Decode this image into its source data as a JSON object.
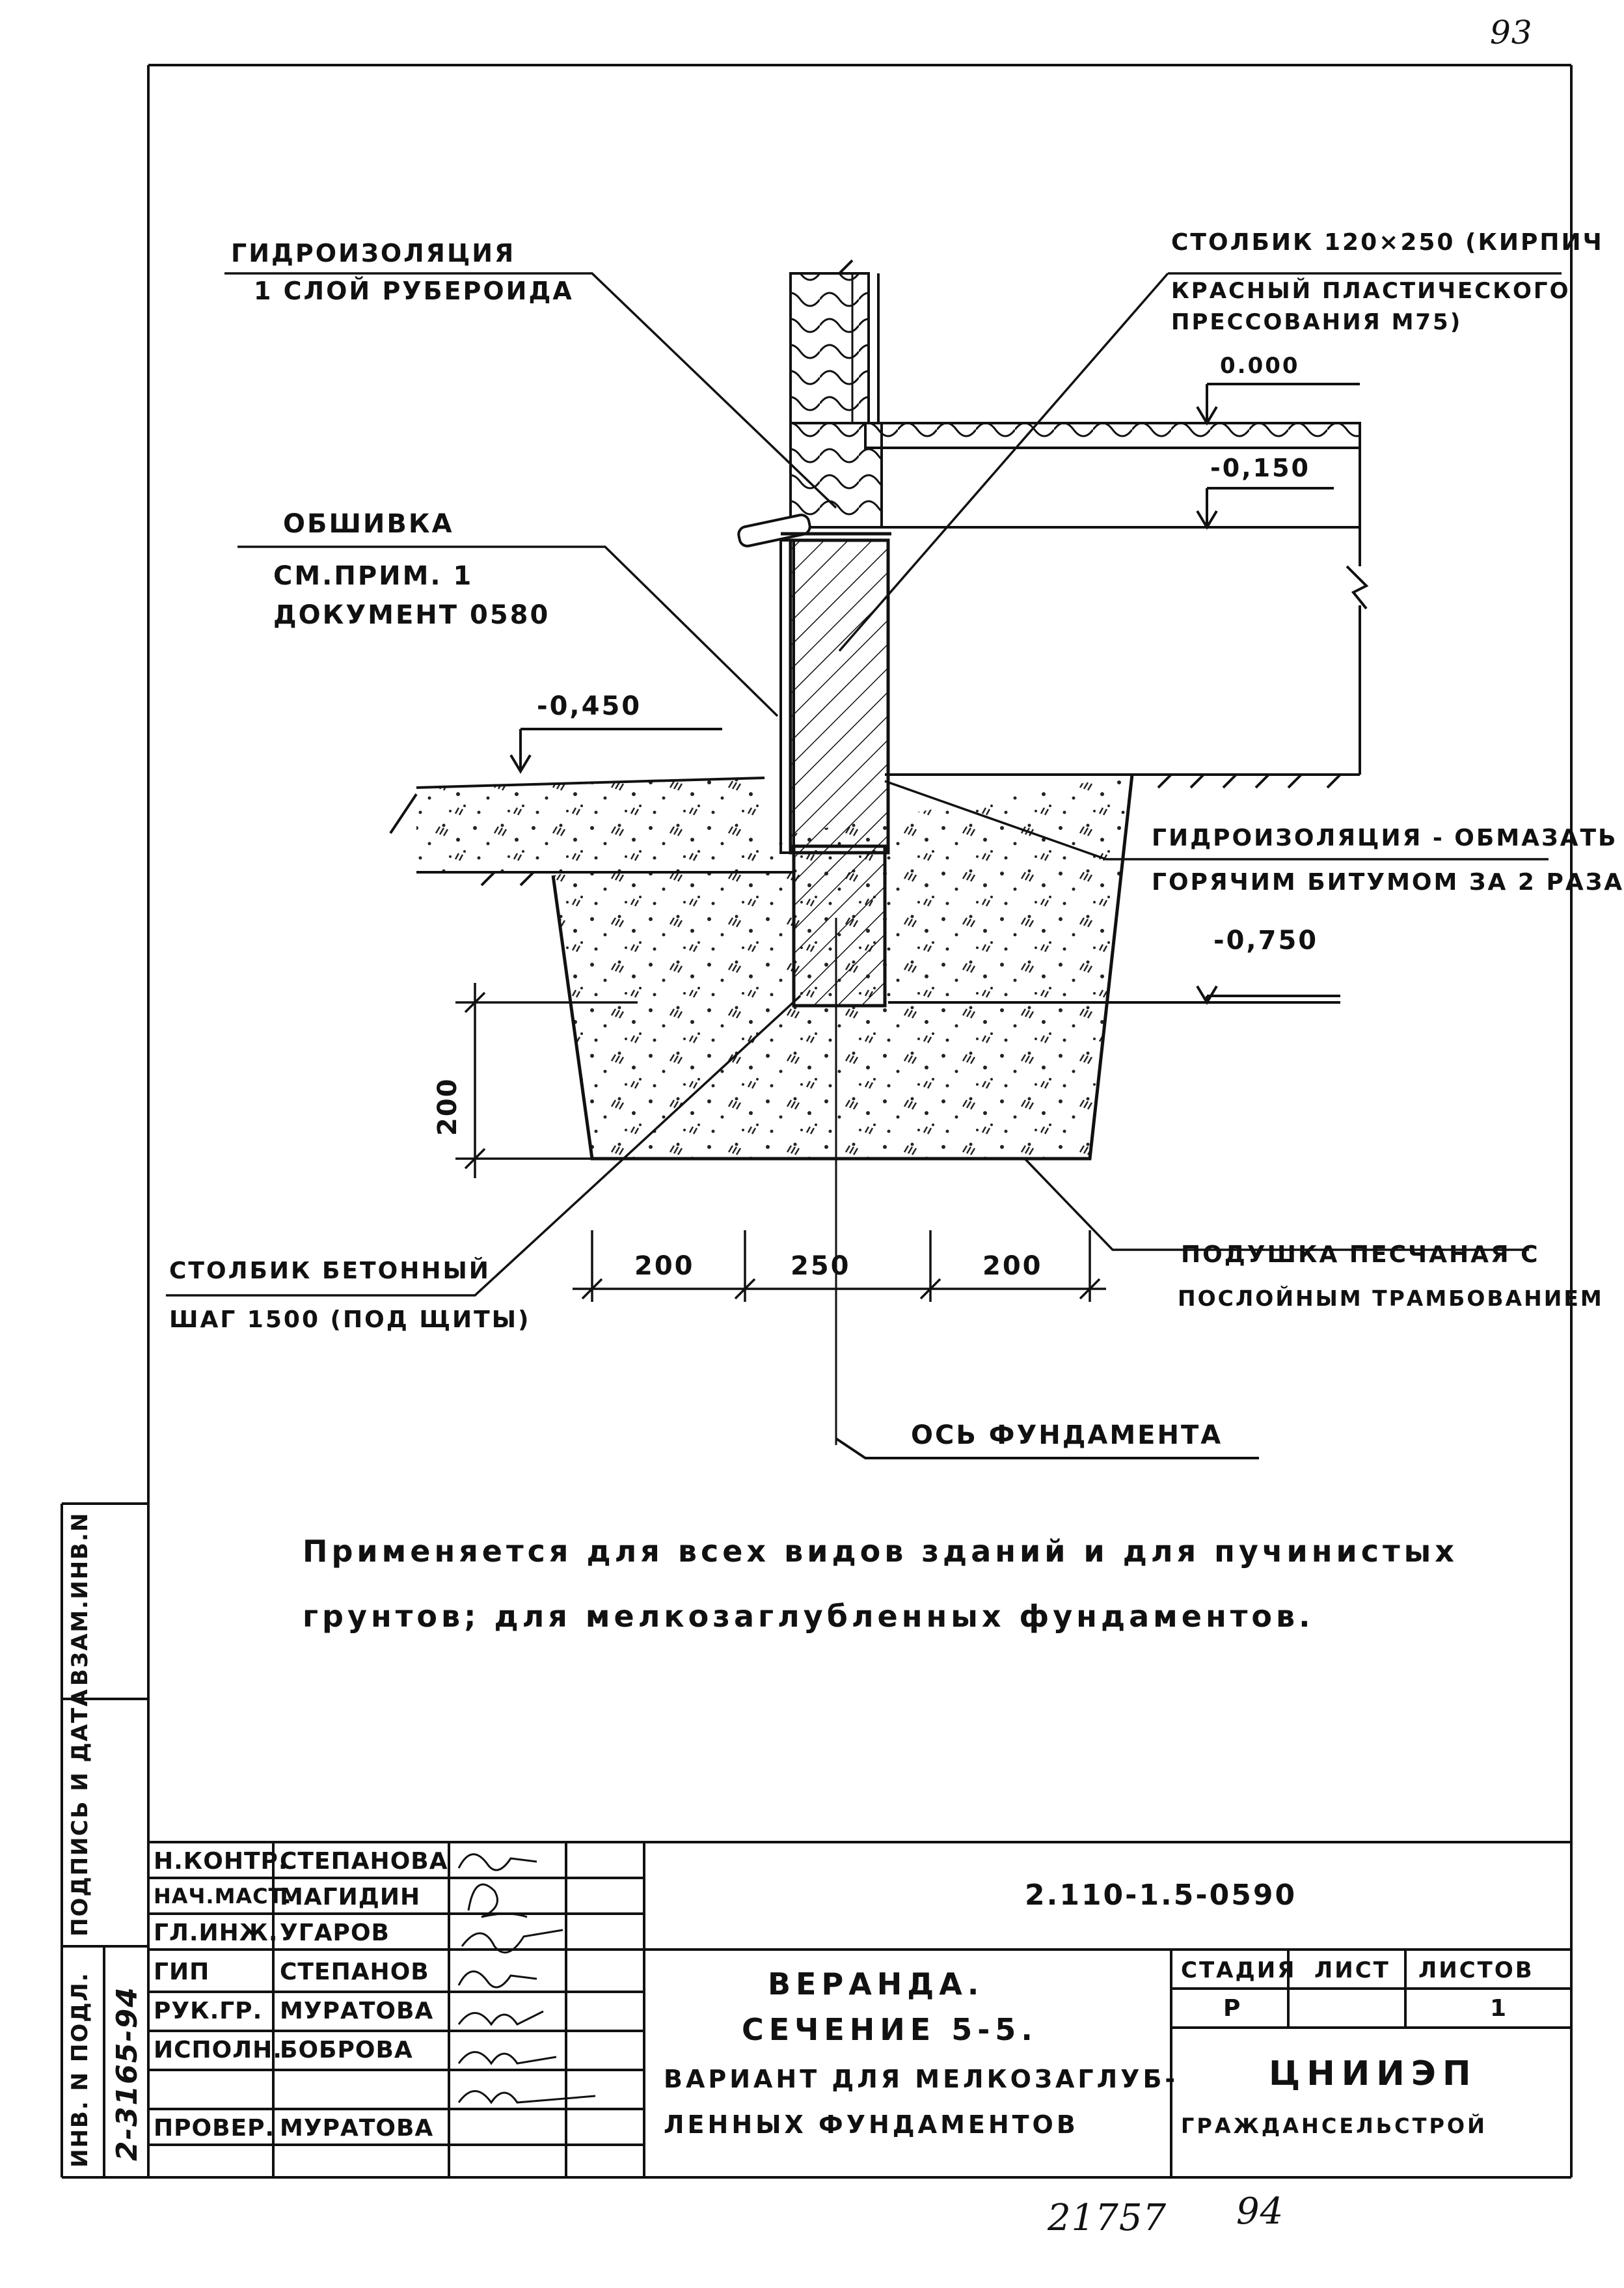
{
  "sheet": {
    "page_number": "93",
    "doc_code": "2.110-1.5-0590",
    "title_line1": "ВЕРАНДА.",
    "title_line2": "СЕЧЕНИЕ 5-5.",
    "title_line3": "ВАРИАНТ ДЛЯ МЕЛКОЗАГЛУБ-",
    "title_line4": "ЛЕННЫХ ФУНДАМЕНТОВ",
    "stage_header": "СТАДИЯ",
    "sheet_header": "ЛИСТ",
    "sheets_header": "ЛИСТОВ",
    "stage_value": "Р",
    "sheet_value": "",
    "sheets_value": "1",
    "org_name": "ЦНИИЭП",
    "org_sub": "ГРАЖДАНСЕЛЬСТРОЙ",
    "bottom_number_left": "21757",
    "bottom_number_right": "94"
  },
  "signatures": [
    {
      "role": "Н.КОНТР.",
      "name": "СТЕПАНОВА"
    },
    {
      "role": "НАЧ.МАСТ.",
      "name": "МАГИДИН"
    },
    {
      "role": "ГЛ.ИНЖ.",
      "name": "УГАРОВ"
    },
    {
      "role": "ГИП",
      "name": "СТЕПАНОВ"
    },
    {
      "role": "РУК.ГР.",
      "name": "МУРАТОВА"
    },
    {
      "role": "ИСПОЛН.",
      "name": "БОБРОВА"
    },
    {
      "role": "ПРОВЕР.",
      "name": "МУРАТОВА"
    }
  ],
  "side_stamp": {
    "inv_no": "ИНВ. N ПОДЛ.",
    "inv_value": "2-3165-94",
    "sign_date": "ПОДПИСЬ И ДАТА",
    "vzam": "ВЗАМ.ИНВ.N"
  },
  "callouts": {
    "waterproof_top_1": "ГИДРОИЗОЛЯЦИЯ",
    "waterproof_top_2": "1 СЛОЙ РУБЕРОИДА",
    "post_brick_1": "СТОЛБИК 120×250 (КИРПИЧ",
    "post_brick_2": "КРАСНЫЙ ПЛАСТИЧЕСКОГО",
    "post_brick_3": "ПРЕССОВАНИЯ  М75)",
    "cladding_1": "ОБШИВКА",
    "cladding_2": "СМ.ПРИМ. 1",
    "cladding_3": "ДОКУМЕНТ 0580",
    "waterproof_bitumen_1": "ГИДРОИЗОЛЯЦИЯ - ОБМАЗАТЬ",
    "waterproof_bitumen_2": "ГОРЯЧИМ БИТУМОМ ЗА 2 РАЗА",
    "concrete_post_1": "СТОЛБИК БЕТОННЫЙ",
    "concrete_post_2": "ШАГ 1500 (ПОД ЩИТЫ)",
    "sand_cushion_1": "ПОДУШКА ПЕСЧАНАЯ С",
    "sand_cushion_2": "ПОСЛОЙНЫМ ТРАМБОВАНИЕМ",
    "axis_label": "ОСЬ ФУНДАМЕНТА"
  },
  "levels": {
    "l0": "0.000",
    "l150": "-0,150",
    "l450": "-0,450",
    "l750": "-0,750"
  },
  "dimensions": {
    "height": "200",
    "left": "200",
    "middle": "250",
    "right": "200"
  },
  "note_line1": "Применяется для всех видов зданий и для пучинистых",
  "note_line2": "грунтов; для мелкозаглубленных фундаментов."
}
